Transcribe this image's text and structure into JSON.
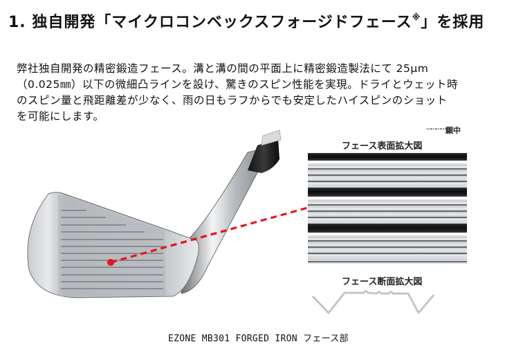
{
  "header": {
    "title_prefix": "1. 独自開発「マイクロコンベックスフォージドフェース",
    "title_mark": "※",
    "title_suffix": "」を採用"
  },
  "description": {
    "lines": [
      "弊社独自開発の精密鍛造フェース。溝と溝の間の平面上に精密鍛造製法にて 25μm",
      "（0.025㎜）以下の微細凸ラインを設け、驚きのスピン性能を実現。ドライとウェット時",
      "のスピン量と飛距離差が少なく、雨の日もラフからでも安定したハイスピンのショット",
      "を可能にします。"
    ]
  },
  "figure": {
    "crop_note_dots": "⋯⋯⋯⋯",
    "crop_note_text": "願中",
    "surface_zoom_title": "フェース表面拡大図",
    "cross_section_title": "フェース断面拡大図",
    "caption": "EZONE MB301 FORGED IRON フェース部",
    "pointer_color": "#e8141b"
  }
}
